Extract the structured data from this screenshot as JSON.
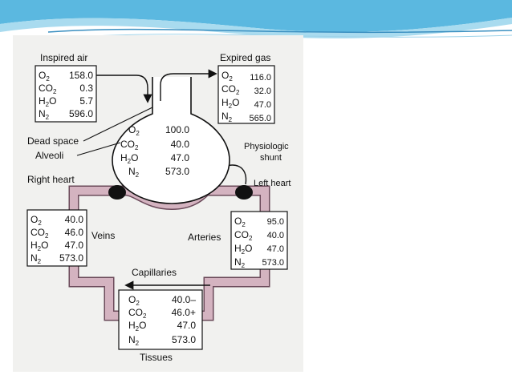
{
  "inspired": {
    "title": "Inspired air",
    "rows": [
      {
        "gas": "O",
        "sub": "2",
        "value": "158.0"
      },
      {
        "gas": "CO",
        "sub": "2",
        "value": "0.3"
      },
      {
        "gas": "H",
        "sub": "2",
        "suffix": "O",
        "value": "5.7"
      },
      {
        "gas": "N",
        "sub": "2",
        "value": "596.0"
      }
    ]
  },
  "expired": {
    "title": "Expired gas",
    "rows": [
      {
        "gas": "O",
        "sub": "2",
        "value": "116.0"
      },
      {
        "gas": "CO",
        "sub": "2",
        "value": "32.0"
      },
      {
        "gas": "H",
        "sub": "2",
        "suffix": "O",
        "value": "47.0"
      },
      {
        "gas": "N",
        "sub": "2",
        "value": "565.0"
      }
    ]
  },
  "alveoli": {
    "rows": [
      {
        "gas": "O",
        "sub": "2",
        "value": "100.0"
      },
      {
        "gas": "CO",
        "sub": "2",
        "value": "40.0"
      },
      {
        "gas": "H",
        "sub": "2",
        "suffix": "O",
        "value": "47.0"
      },
      {
        "gas": "N",
        "sub": "2",
        "value": "573.0"
      }
    ]
  },
  "veins": {
    "rows": [
      {
        "gas": "O",
        "sub": "2",
        "value": "40.0"
      },
      {
        "gas": "CO",
        "sub": "2",
        "value": "46.0"
      },
      {
        "gas": "H",
        "sub": "2",
        "suffix": "O",
        "value": "47.0"
      },
      {
        "gas": "N",
        "sub": "2",
        "value": "573.0"
      }
    ]
  },
  "arteries": {
    "rows": [
      {
        "gas": "O",
        "sub": "2",
        "value": "95.0"
      },
      {
        "gas": "CO",
        "sub": "2",
        "value": "40.0"
      },
      {
        "gas": "H",
        "sub": "2",
        "suffix": "O",
        "value": "47.0"
      },
      {
        "gas": "N",
        "sub": "2",
        "value": "573.0"
      }
    ]
  },
  "tissues": {
    "title": "Tissues",
    "rows": [
      {
        "gas": "O",
        "sub": "2",
        "value": "40.0–"
      },
      {
        "gas": "CO",
        "sub": "2",
        "value": "46.0+"
      },
      {
        "gas": "H",
        "sub": "2",
        "suffix": "O",
        "value": "47.0"
      },
      {
        "gas": "N",
        "sub": "2",
        "value": "573.0"
      }
    ]
  },
  "labels": {
    "dead_space": "Dead space",
    "alveoli": "Alveoli",
    "physiologic": "Physiologic",
    "shunt": "shunt",
    "right_heart": "Right heart",
    "left_heart": "Left heart",
    "veins": "Veins",
    "arteries": "Arteries",
    "capillaries": "Capillaries"
  },
  "colors": {
    "vessel_fill": "#d4b3c0",
    "vessel_stroke": "#6b4a5a",
    "banner": "#5bb8e0",
    "panel": "#f1f1ef"
  }
}
